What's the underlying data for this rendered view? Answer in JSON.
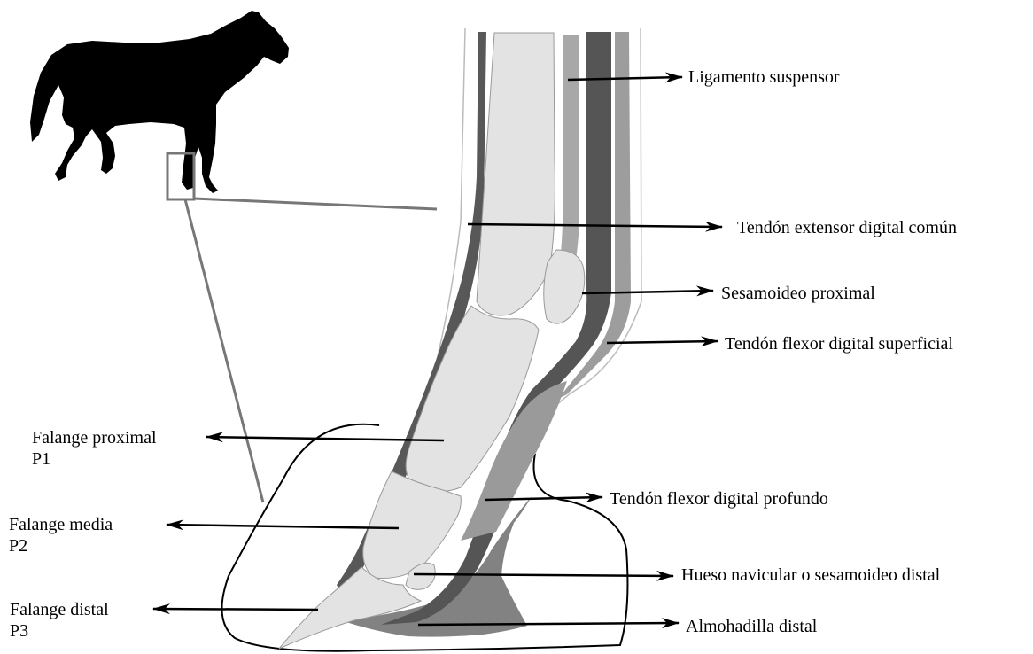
{
  "labels": {
    "ligamento_suspensor": "Ligamento suspensor",
    "tendon_extensor": "Tendón extensor digital común",
    "sesamoideo_proximal": "Sesamoideo proximal",
    "tendon_flexor_superficial": "Tendón flexor digital superficial",
    "falange_proximal": "Falange proximal",
    "falange_proximal_code": "P1",
    "tendon_flexor_profundo": "Tendón flexor digital profundo",
    "falange_media": "Falange media",
    "falange_media_code": "P2",
    "hueso_navicular": "Hueso navicular o sesamoideo distal",
    "falange_distal": "Falange distal",
    "falange_distal_code": "P3",
    "almohadilla": "Almohadilla distal"
  }
}
